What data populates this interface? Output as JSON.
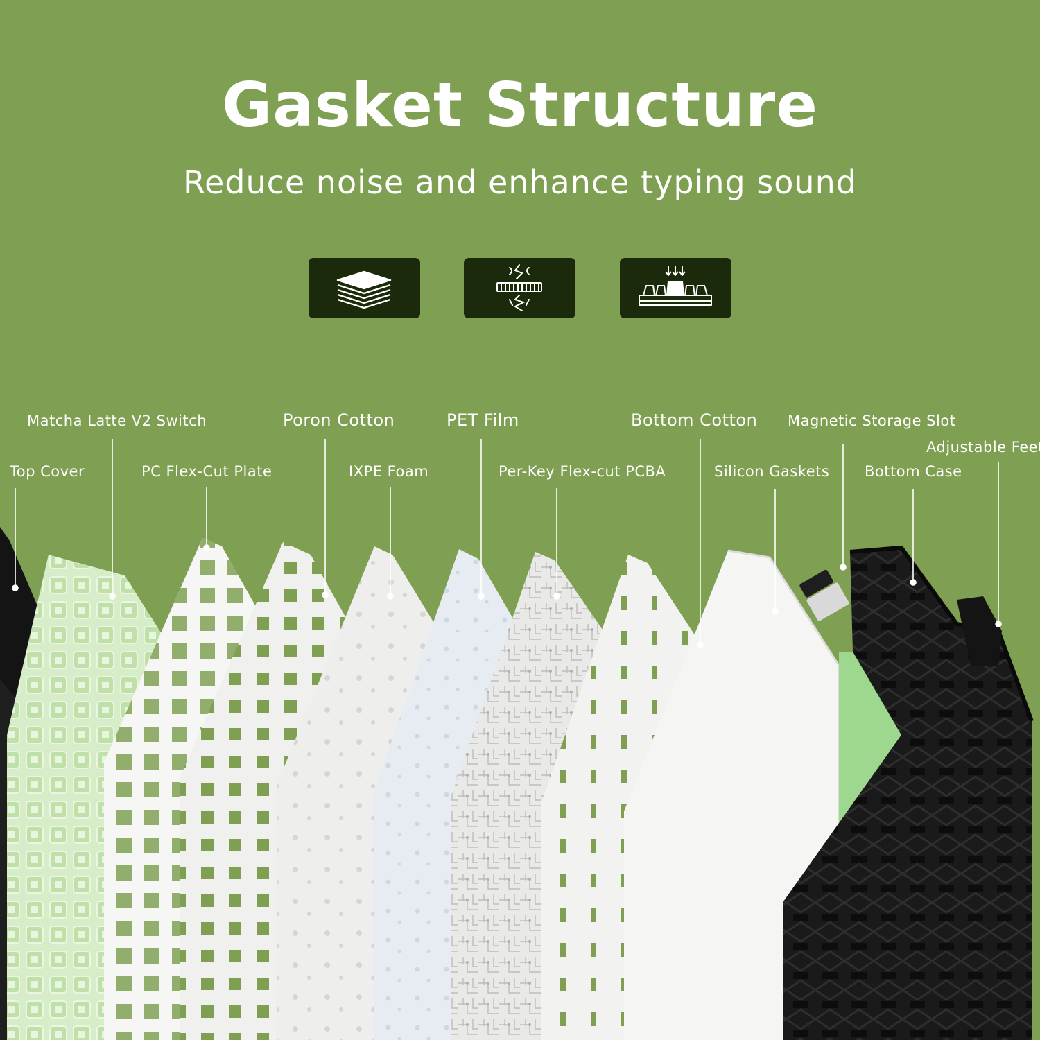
{
  "header": {
    "title": "Gasket Structure",
    "subtitle": "Reduce noise and enhance typing sound"
  },
  "features": [
    {
      "icon": "layers-icon"
    },
    {
      "icon": "sound-dampening-icon"
    },
    {
      "icon": "keyboard-press-icon"
    }
  ],
  "components": {
    "top_cover": "Top Cover",
    "switch": "Matcha Latte V2 Switch",
    "plate": "PC Flex-Cut Plate",
    "poron": "Poron Cotton",
    "ixpe": "IXPE Foam",
    "pet": "PET Film",
    "pcba": "Per-Key Flex-cut PCBA",
    "bottom_cotton": "Bottom Cotton",
    "gaskets": "Silicon Gaskets",
    "storage": "Magnetic Storage Slot",
    "bottom_case": "Bottom Case",
    "feet": "Adjustable Feet"
  },
  "colors": {
    "background": "#7fa052",
    "icon_box": "#1b2a0a",
    "switch_green": "#cfe6bf",
    "accent_green": "#9ed88f",
    "case_black": "#161616"
  }
}
